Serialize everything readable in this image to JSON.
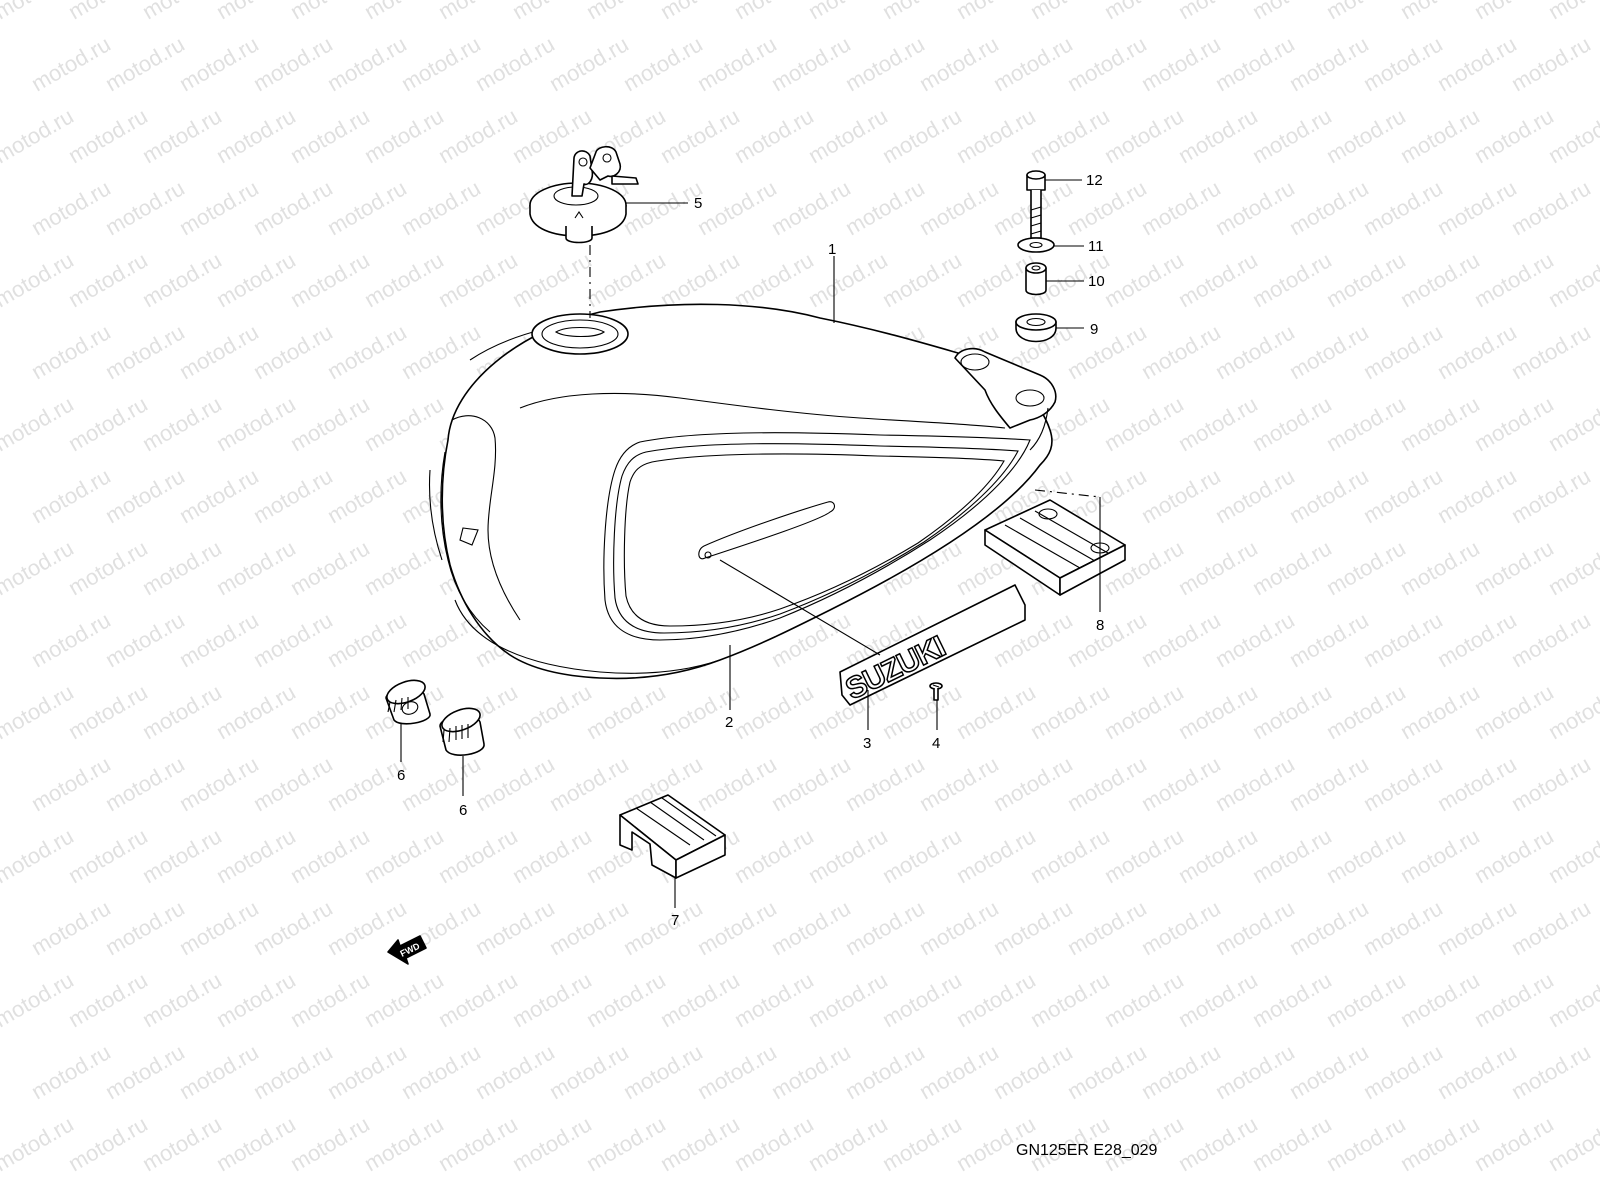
{
  "watermark": {
    "text": "motod.ru",
    "color": "#c8c8c8"
  },
  "diagram": {
    "diagram_code": "GN125ER E28_029",
    "direction_label": "FWD",
    "emblem_text": "SUZUKI",
    "callouts": [
      {
        "id": "1",
        "label": "1"
      },
      {
        "id": "2",
        "label": "2"
      },
      {
        "id": "3",
        "label": "3"
      },
      {
        "id": "4",
        "label": "4"
      },
      {
        "id": "5",
        "label": "5"
      },
      {
        "id": "6a",
        "label": "6"
      },
      {
        "id": "6b",
        "label": "6"
      },
      {
        "id": "7",
        "label": "7"
      },
      {
        "id": "8",
        "label": "8"
      },
      {
        "id": "9",
        "label": "9"
      },
      {
        "id": "10",
        "label": "10"
      },
      {
        "id": "11",
        "label": "11"
      },
      {
        "id": "12",
        "label": "12"
      }
    ]
  }
}
